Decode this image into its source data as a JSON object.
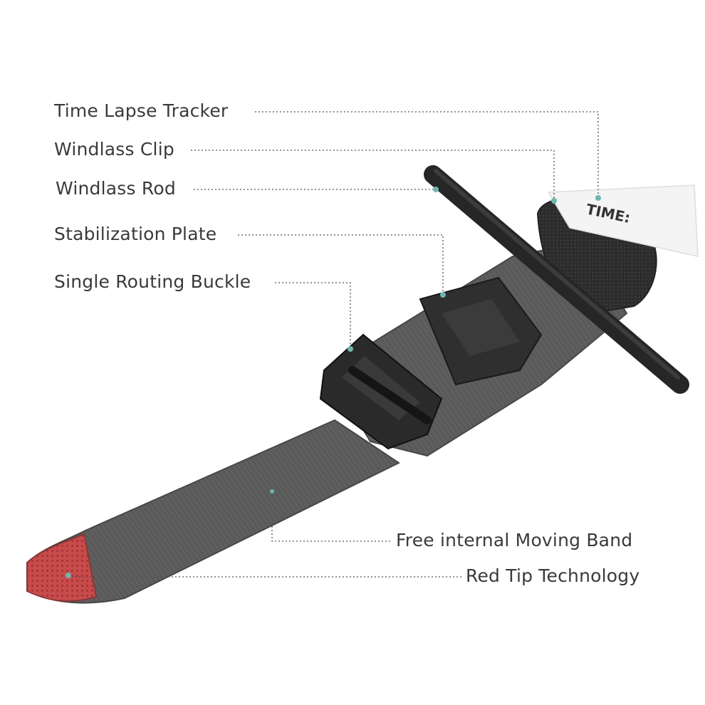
{
  "callouts": [
    {
      "id": "time-lapse-tracker",
      "label": "Time Lapse Tracker"
    },
    {
      "id": "windlass-clip",
      "label": "Windlass Clip"
    },
    {
      "id": "windlass-rod",
      "label": "Windlass Rod"
    },
    {
      "id": "stabilization-plate",
      "label": "Stabilization Plate"
    },
    {
      "id": "single-routing-buckle",
      "label": "Single Routing Buckle"
    },
    {
      "id": "free-internal-moving-band",
      "label": "Free internal Moving Band"
    },
    {
      "id": "red-tip-technology",
      "label": "Red Tip Technology"
    }
  ],
  "tag_text": "TIME:",
  "colors": {
    "strap": "#5a5a5a",
    "strap_dark": "#3e3e3e",
    "plastic": "#2a2a2a",
    "red_tip": "#c94a4a",
    "leader_line": "#555555",
    "dot": "#6bb8b0",
    "label_text": "#3a3a3a"
  }
}
